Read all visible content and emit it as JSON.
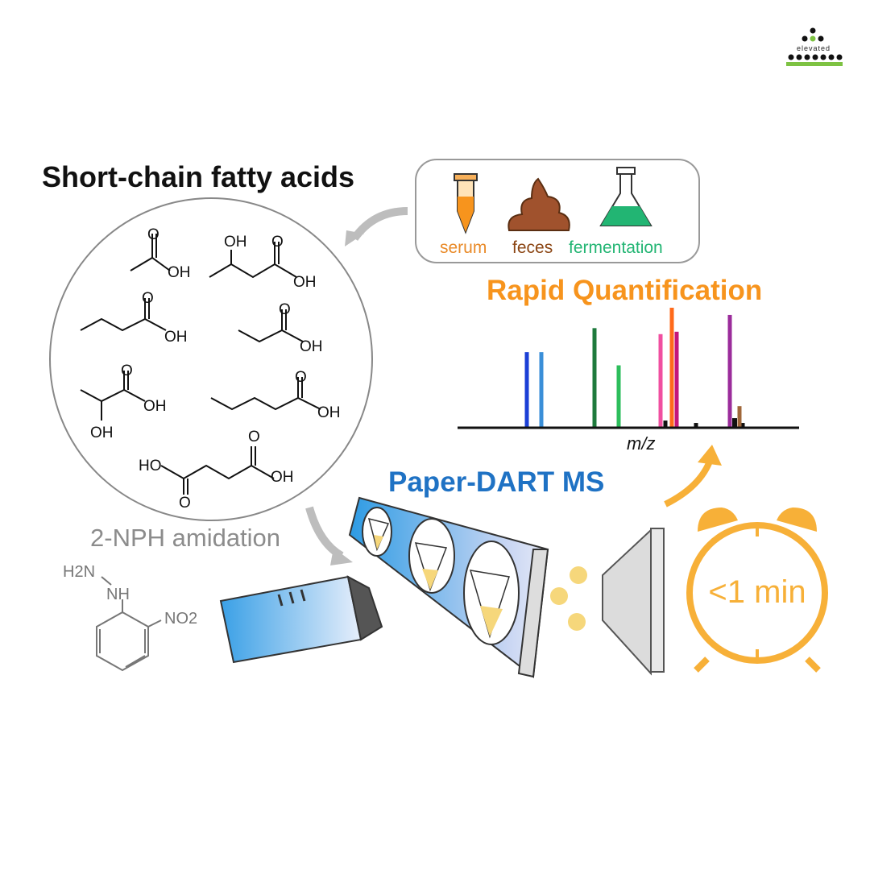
{
  "logo": {
    "text": "elevated"
  },
  "heading": "Short-chain fatty acids",
  "samples": {
    "serum": "serum",
    "feces": "feces",
    "fermentation": "fermentation"
  },
  "rapid_title": "Rapid Quantification",
  "mz_label": "m/z",
  "paper_dart_label": "Paper-DART MS",
  "amidation_label": "2-NPH amidation",
  "reagent": {
    "amine_h2n": "H2N",
    "amine_nh": "NH",
    "nitro": "NO2"
  },
  "timer_label": "<1 min",
  "molecule_labels": {
    "oh": "OH",
    "o": "O",
    "ho": "HO"
  },
  "colors": {
    "orange": "#F7941D",
    "blue": "#1F72C4",
    "gray": "#8C8C8C",
    "serum": "#E98A28",
    "feces": "#8B4513",
    "fermentation": "#22B573"
  },
  "chart_data": {
    "type": "bar",
    "xlabel": "m/z",
    "peaks": [
      {
        "color": "#1B3FD6",
        "value": 0.63
      },
      {
        "color": "#3A8FD8",
        "value": 0.63
      },
      {
        "color": "#1E7A3C",
        "value": 0.83
      },
      {
        "color": "#2DBE5C",
        "value": 0.52
      },
      {
        "color": "#F04FA0",
        "value": 0.78
      },
      {
        "color": "#FF6A1A",
        "value": 1.0
      },
      {
        "color": "#C4167A",
        "value": 0.8
      },
      {
        "color": "#9B2C9B",
        "value": 0.94
      },
      {
        "color": "#111111",
        "value": 0.06
      },
      {
        "color": "#111111",
        "value": 0.04
      },
      {
        "color": "#A0673A",
        "value": 0.18
      },
      {
        "color": "#111111",
        "value": 0.08
      },
      {
        "color": "#111111",
        "value": 0.04
      }
    ]
  }
}
